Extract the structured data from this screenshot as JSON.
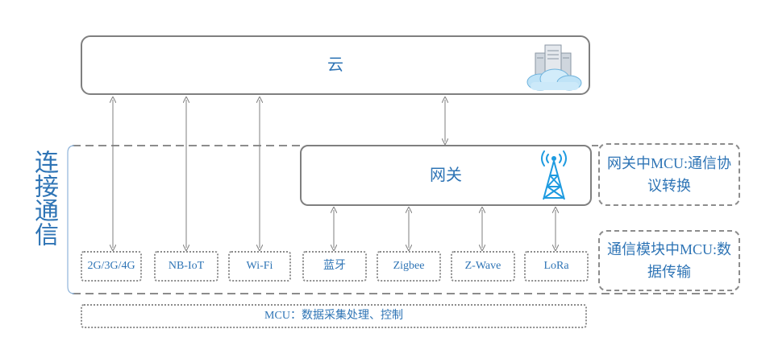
{
  "title": "连接通信",
  "cloud": {
    "label": "云",
    "icon": "server-cloud-icon"
  },
  "gateway": {
    "label": "网关",
    "icon": "radio-tower-icon"
  },
  "notes": {
    "gateway_mcu": "网关中MCU:通信协议转换",
    "module_mcu": "通信模块中MCU:数据传输"
  },
  "modules": [
    {
      "label": "2G/3G/4G",
      "connects_to": "cloud"
    },
    {
      "label": "NB-IoT",
      "connects_to": "cloud"
    },
    {
      "label": "Wi-Fi",
      "connects_to": "cloud"
    },
    {
      "label": "蓝牙",
      "connects_to": "gateway"
    },
    {
      "label": "Zigbee",
      "connects_to": "gateway"
    },
    {
      "label": "Z-Wave",
      "connects_to": "gateway"
    },
    {
      "label": "LoRa",
      "connects_to": "gateway"
    }
  ],
  "mcu": {
    "label": "MCU：数据采集处理、控制"
  },
  "colors": {
    "text": "#2e74b5",
    "border": "#7f7f7f",
    "tower": "#1e9be0"
  }
}
